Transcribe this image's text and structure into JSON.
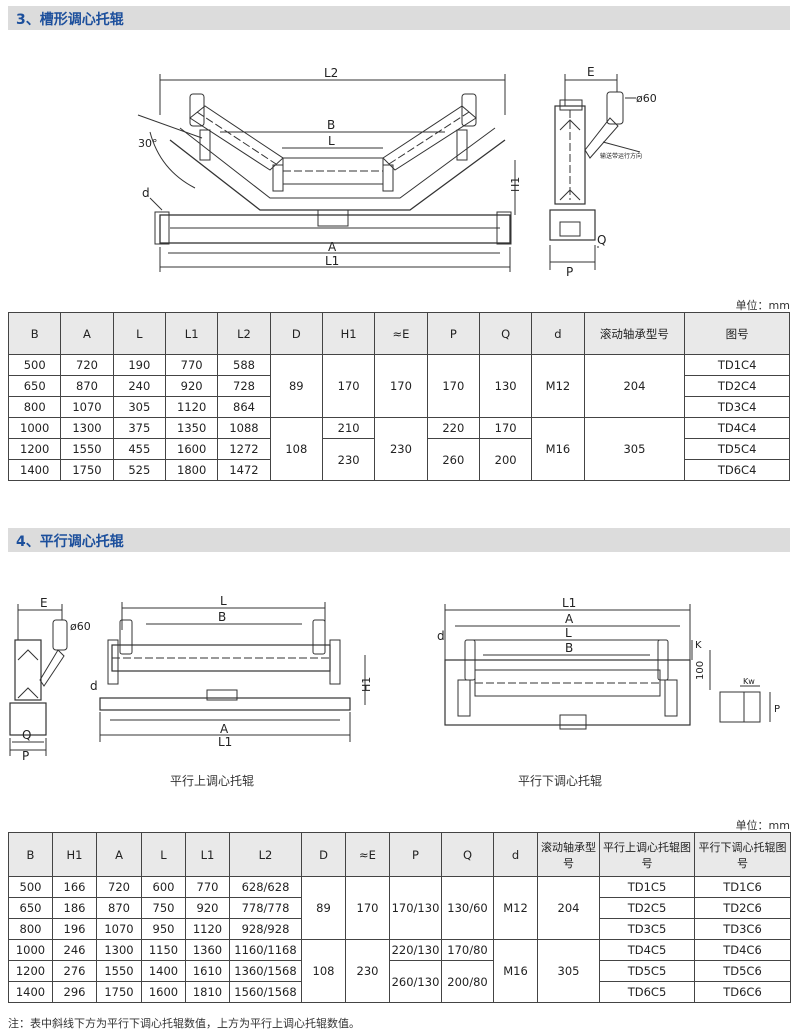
{
  "sections": {
    "troughing": {
      "title": "3、槽形调心托辊"
    },
    "parallel": {
      "title": "4、平行调心托辊"
    }
  },
  "unit": "单位：mm",
  "drawing1": {
    "labels": {
      "L2": "L2",
      "B": "B",
      "L": "L",
      "angle": "30°",
      "d": "d",
      "A": "A",
      "L1": "L1",
      "H1": "H1",
      "E": "E",
      "phi": "ø60",
      "Q": "Q",
      "P": "P",
      "direction": "输送带运行方向"
    }
  },
  "drawing2": {
    "labels": {
      "E": "E",
      "phi": "ø60",
      "Q": "Q",
      "P": "P",
      "L": "L",
      "B": "B",
      "d": "d",
      "H1": "H1",
      "A": "A",
      "L1": "L1",
      "K": "K",
      "h100": "100",
      "Kw": "Kw"
    },
    "caption_upper": "平行上调心托辊",
    "caption_lower": "平行下调心托辊"
  },
  "table1": {
    "headers": [
      "B",
      "A",
      "L",
      "L1",
      "L2",
      "D",
      "H1",
      "≈E",
      "P",
      "Q",
      "d",
      "滚动轴承型号",
      "图号"
    ],
    "B": [
      "500",
      "650",
      "800",
      "1000",
      "1200",
      "1400"
    ],
    "A": [
      "720",
      "870",
      "1070",
      "1300",
      "1550",
      "1750"
    ],
    "L": [
      "190",
      "240",
      "305",
      "375",
      "455",
      "525"
    ],
    "L1": [
      "770",
      "920",
      "1120",
      "1350",
      "1600",
      "1800"
    ],
    "L2": [
      "588",
      "728",
      "864",
      "1088",
      "1272",
      "1472"
    ],
    "D": [
      "89",
      "108"
    ],
    "H1": [
      "170",
      "210",
      "230"
    ],
    "E": [
      "170",
      "230"
    ],
    "P": [
      "170",
      "220",
      "260"
    ],
    "Q": [
      "130",
      "170",
      "200"
    ],
    "d": [
      "M12",
      "M16"
    ],
    "bearing": [
      "204",
      "305"
    ],
    "drawing": [
      "TD1C4",
      "TD2C4",
      "TD3C4",
      "TD4C4",
      "TD5C4",
      "TD6C4"
    ]
  },
  "table2": {
    "headers": [
      "B",
      "H1",
      "A",
      "L",
      "L1",
      "L2",
      "D",
      "≈E",
      "P",
      "Q",
      "d",
      "滚动轴承型号",
      "平行上调心托辊图号",
      "平行下调心托辊图号"
    ],
    "B": [
      "500",
      "650",
      "800",
      "1000",
      "1200",
      "1400"
    ],
    "H1": [
      "166",
      "186",
      "196",
      "246",
      "276",
      "296"
    ],
    "A": [
      "720",
      "870",
      "1070",
      "1300",
      "1550",
      "1750"
    ],
    "L": [
      "600",
      "750",
      "950",
      "1150",
      "1400",
      "1600"
    ],
    "L1": [
      "770",
      "920",
      "1120",
      "1360",
      "1610",
      "1810"
    ],
    "L2": [
      "628/628",
      "778/778",
      "928/928",
      "1160/1168",
      "1360/1568",
      "1560/1568"
    ],
    "D": [
      "89",
      "108"
    ],
    "E": [
      "170",
      "230"
    ],
    "P": [
      "170/130",
      "220/130",
      "260/130"
    ],
    "Q": [
      "130/60",
      "170/80",
      "200/80"
    ],
    "d": [
      "M12",
      "M16"
    ],
    "bearing": [
      "204",
      "305"
    ],
    "upper": [
      "TD1C5",
      "TD2C5",
      "TD3C5",
      "TD4C5",
      "TD5C5",
      "TD6C5"
    ],
    "lower": [
      "TD1C6",
      "TD2C6",
      "TD3C6",
      "TD4C6",
      "TD5C6",
      "TD6C6"
    ]
  },
  "note": "注：表中斜线下方为平行下调心托辊数值，上方为平行上调心托辊数值。"
}
